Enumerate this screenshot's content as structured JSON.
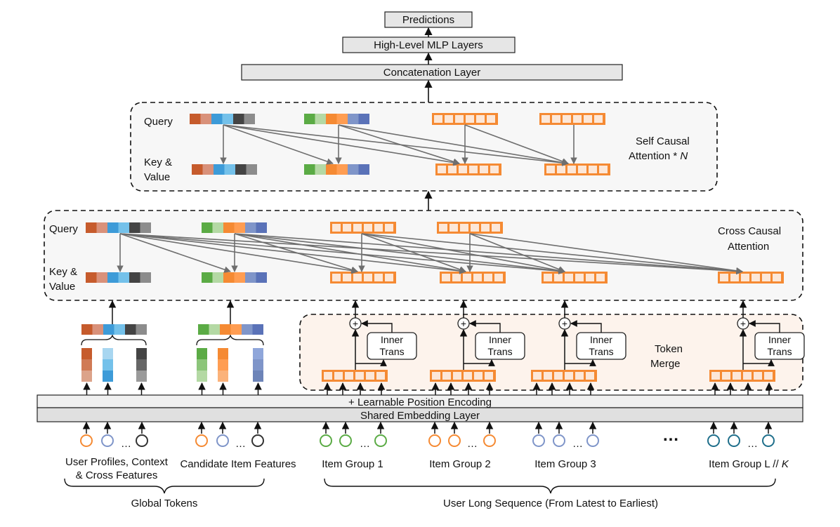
{
  "top": {
    "predictions": "Predictions",
    "mlp": "High-Level MLP Layers",
    "concat": "Concatenation Layer"
  },
  "self_attention": {
    "query_label": "Query",
    "key_label_line1": "Key &",
    "key_label_line2": "Value",
    "title_line1": "Self Causal",
    "title_line2": "Attention * ",
    "title_var": "N"
  },
  "cross_attention": {
    "query_label": "Query",
    "key_label_line1": "Key &",
    "key_label_line2": "Value",
    "title_line1": "Cross Causal",
    "title_line2": "Attention"
  },
  "token_merge": {
    "title_line1": "Token",
    "title_line2": "Merge",
    "inner_line1": "Inner",
    "inner_line2": "Trans",
    "plus": "+"
  },
  "layers": {
    "position": "+ Learnable Position Encoding",
    "embedding": "Shared Embedding Layer"
  },
  "inputs": {
    "ellipsis": "…",
    "big_ellipsis": "…",
    "user_features_line1": "User Profiles, Context",
    "user_features_line2": "& Cross Features",
    "candidate_features": "Candidate Item Features",
    "group1": "Item Group 1",
    "group2": "Item Group 2",
    "group3": "Item Group 3",
    "groupL_prefix": "Item Group L // ",
    "groupL_var": "K"
  },
  "brackets": {
    "global_tokens": "Global Tokens",
    "long_sequence": "User Long Sequence (From Latest to Earliest)"
  },
  "colors": {
    "orange": "#f58a33",
    "orange_fill": "#fce7d8",
    "token_merge_bg": "#fdf3ec",
    "panel_bg": "#f7f7f7",
    "layer_fill": "#e6e6e6",
    "arrow_gray": "#6e6e6e",
    "green": "#5bab45",
    "blue_circle": "#7f95c9",
    "teal": "#1f6f8b",
    "dark": "#333333"
  }
}
